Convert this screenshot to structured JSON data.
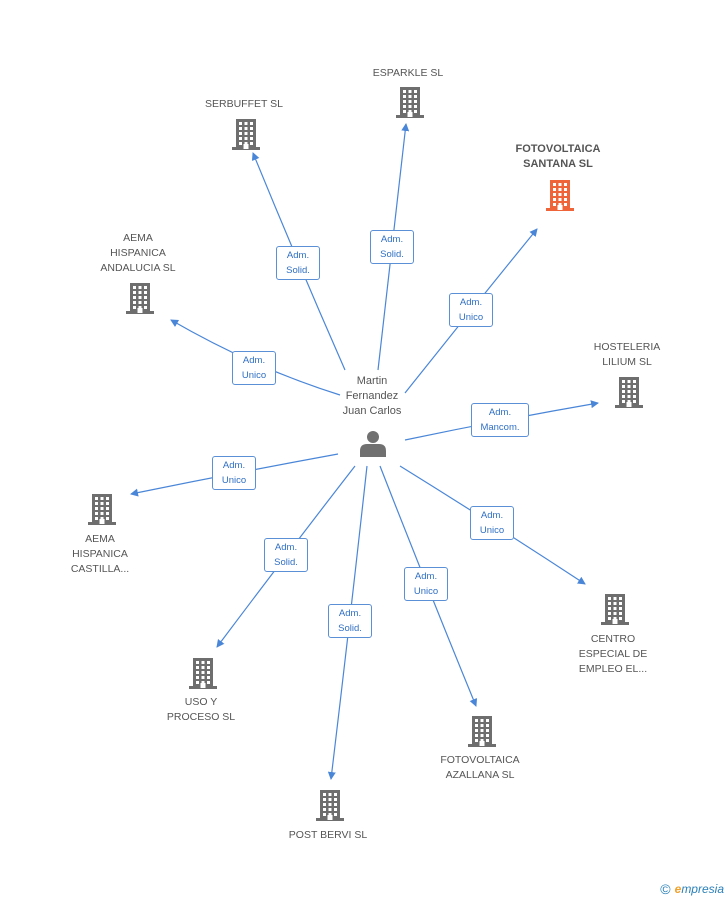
{
  "center": {
    "name_lines": [
      "Martin",
      "Fernandez",
      "Juan Carlos"
    ],
    "icon": "person-icon"
  },
  "companies": [
    {
      "id": "esparkle",
      "lines": [
        "ESPARKLE SL"
      ],
      "highlight": false
    },
    {
      "id": "serbuffet",
      "lines": [
        "SERBUFFET SL"
      ],
      "highlight": false
    },
    {
      "id": "fotovoltaica-santana",
      "lines": [
        "FOTOVOLTAICA",
        "SANTANA SL"
      ],
      "highlight": true
    },
    {
      "id": "aema-andalucia",
      "lines": [
        "AEMA",
        "HISPANICA",
        "ANDALUCIA  SL"
      ],
      "highlight": false
    },
    {
      "id": "hosteleria-lilium",
      "lines": [
        "HOSTELERIA",
        "LILIUM SL"
      ],
      "highlight": false
    },
    {
      "id": "aema-castilla",
      "lines": [
        "AEMA",
        "HISPANICA",
        "CASTILLA..."
      ],
      "highlight": false
    },
    {
      "id": "centro-especial",
      "lines": [
        "CENTRO",
        "ESPECIAL DE",
        "EMPLEO EL..."
      ],
      "highlight": false
    },
    {
      "id": "uso-proceso",
      "lines": [
        "USO Y",
        "PROCESO SL"
      ],
      "highlight": false
    },
    {
      "id": "fotovoltaica-azallana",
      "lines": [
        "FOTOVOLTAICA",
        "AZALLANA SL"
      ],
      "highlight": false
    },
    {
      "id": "post-bervi",
      "lines": [
        "POST BERVI SL"
      ],
      "highlight": false
    }
  ],
  "relations": [
    {
      "to": "serbuffet",
      "lines": [
        "Adm.",
        "Solid."
      ]
    },
    {
      "to": "esparkle",
      "lines": [
        "Adm.",
        "Solid."
      ]
    },
    {
      "to": "fotovoltaica-santana",
      "lines": [
        "Adm.",
        "Unico"
      ]
    },
    {
      "to": "aema-andalucia",
      "lines": [
        "Adm.",
        "Unico"
      ]
    },
    {
      "to": "hosteleria-lilium",
      "lines": [
        "Adm.",
        "Mancom."
      ]
    },
    {
      "to": "aema-castilla",
      "lines": [
        "Adm.",
        "Unico"
      ]
    },
    {
      "to": "centro-especial",
      "lines": [
        "Adm.",
        "Unico"
      ]
    },
    {
      "to": "uso-proceso",
      "lines": [
        "Adm.",
        "Solid."
      ]
    },
    {
      "to": "fotovoltaica-azallana",
      "lines": [
        "Adm.",
        "Unico"
      ]
    },
    {
      "to": "post-bervi",
      "lines": [
        "Adm.",
        "Solid."
      ]
    }
  ],
  "colors": {
    "edge": "#4a86d8",
    "building": "#6e6e6e",
    "building_highlight": "#f0643a",
    "person": "#707070"
  },
  "footer": {
    "copyright_symbol": "©",
    "brand_initial": "e",
    "brand_rest": "mpresia"
  }
}
